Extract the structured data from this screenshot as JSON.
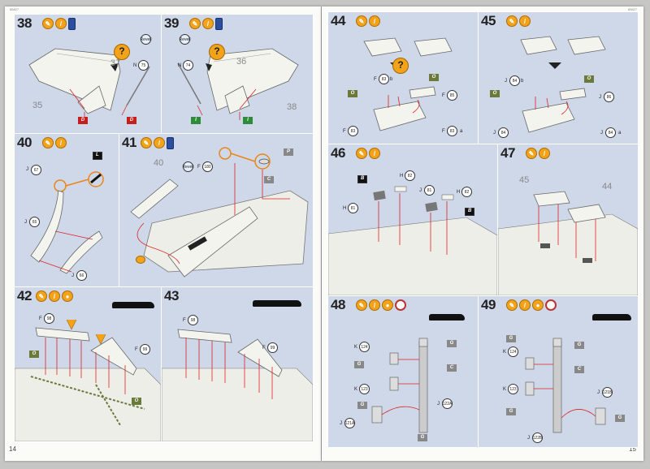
{
  "header": {
    "left_code": "85827",
    "right_code": "85827"
  },
  "page_numbers": {
    "left": "14",
    "right": "15"
  },
  "steps": [
    {
      "num": "38",
      "labels": [
        "37",
        "35",
        "N",
        "75",
        "D",
        "D"
      ],
      "glue_ref": "Revell"
    },
    {
      "num": "39",
      "labels": [
        "36",
        "38",
        "N",
        "74",
        "I",
        "I"
      ],
      "glue_ref": "Revell"
    },
    {
      "num": "40",
      "labels": [
        "J",
        "67",
        "J",
        "65",
        "J",
        "66",
        "L"
      ]
    },
    {
      "num": "41",
      "labels": [
        "40",
        "F",
        "180",
        "P",
        "C"
      ],
      "glue_ref": "Revell"
    },
    {
      "num": "42",
      "labels": [
        "F",
        "98",
        "F",
        "99",
        "O",
        "O"
      ]
    },
    {
      "num": "43",
      "labels": [
        "F",
        "98",
        "F",
        "99"
      ]
    },
    {
      "num": "44",
      "labels": [
        "F",
        "83",
        "b",
        "O",
        "F",
        "85",
        "O",
        "F",
        "83",
        "F",
        "83",
        "a"
      ]
    },
    {
      "num": "45",
      "labels": [
        "J",
        "84",
        "b",
        "O",
        "J",
        "86",
        "O",
        "J",
        "84",
        "J",
        "84",
        "a"
      ]
    },
    {
      "num": "46",
      "labels": [
        "B",
        "H",
        "82",
        "H",
        "81",
        "J",
        "81",
        "H",
        "82",
        "B"
      ]
    },
    {
      "num": "47",
      "labels": [
        "45",
        "44"
      ]
    },
    {
      "num": "48",
      "labels": [
        "K",
        "124",
        "G",
        "G",
        "C",
        "K",
        "123",
        "G",
        "J",
        "122A",
        "J",
        "121A",
        "G"
      ]
    },
    {
      "num": "49",
      "labels": [
        "G",
        "K",
        "124",
        "G",
        "C",
        "K",
        "123",
        "G",
        "J",
        "121B",
        "J",
        "122B",
        "G"
      ]
    }
  ],
  "question_mark": "?",
  "colors": {
    "panel_bg": "#cfd8e9",
    "badge_orange": "#f2a31a",
    "flag_red": "#c41e1e",
    "flag_green": "#2e8b3a",
    "flag_olive": "#6b7a3a",
    "arrow_red": "#d22",
    "callout_orange": "#e8861a"
  }
}
